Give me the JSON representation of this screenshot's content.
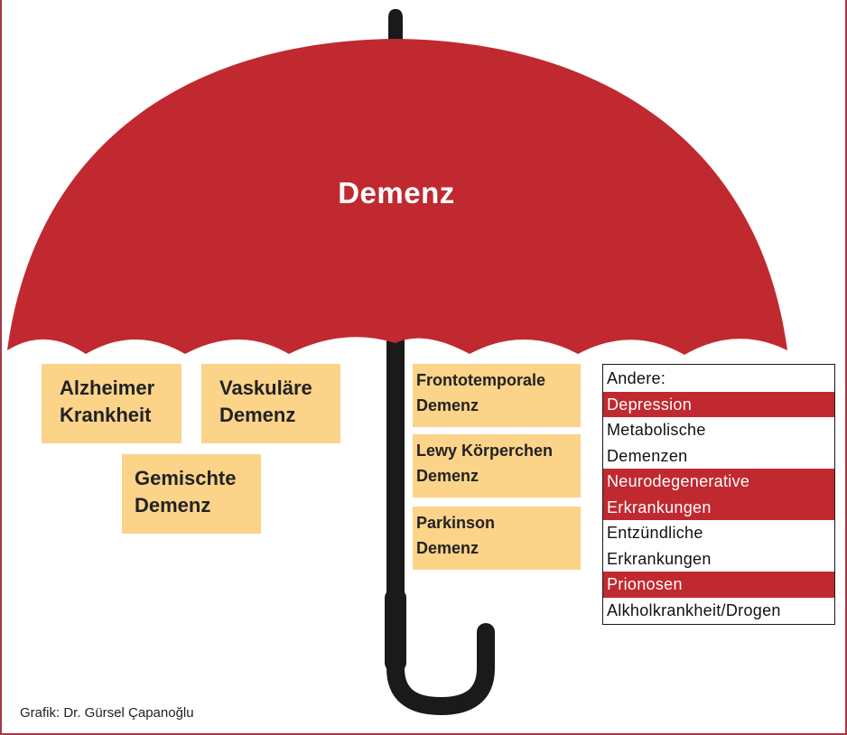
{
  "umbrella": {
    "title": "Demenz",
    "canopy_color": "#c0292f",
    "handle_color": "#1a1a1a"
  },
  "box_color": "#fbd389",
  "left_boxes": [
    {
      "lines": [
        "Alzheimer",
        "Krankheit"
      ]
    },
    {
      "lines": [
        "Vaskuläre",
        "Demenz"
      ]
    },
    {
      "lines": [
        "Gemischte",
        "Demenz"
      ]
    }
  ],
  "right_boxes": [
    {
      "lines": [
        "Frontotemporale",
        "Demenz"
      ]
    },
    {
      "lines": [
        "Lewy Körperchen",
        "Demenz"
      ]
    },
    {
      "lines": [
        "Parkinson",
        "Demenz"
      ]
    }
  ],
  "other": {
    "heading": "Andere:",
    "highlight_color": "#c0292f",
    "items": [
      {
        "lines": [
          "Depression"
        ],
        "highlight": true
      },
      {
        "lines": [
          "Metabolische",
          "Demenzen"
        ],
        "highlight": false
      },
      {
        "lines": [
          "Neurodegenerative",
          "Erkrankungen"
        ],
        "highlight": true
      },
      {
        "lines": [
          "Entzündliche",
          "Erkrankungen"
        ],
        "highlight": false
      },
      {
        "lines": [
          "Prionosen"
        ],
        "highlight": true
      },
      {
        "lines": [
          "Alkholkrankheit/Drogen"
        ],
        "highlight": false
      }
    ]
  },
  "credit": "Grafik: Dr. Gürsel Çapanoğlu"
}
